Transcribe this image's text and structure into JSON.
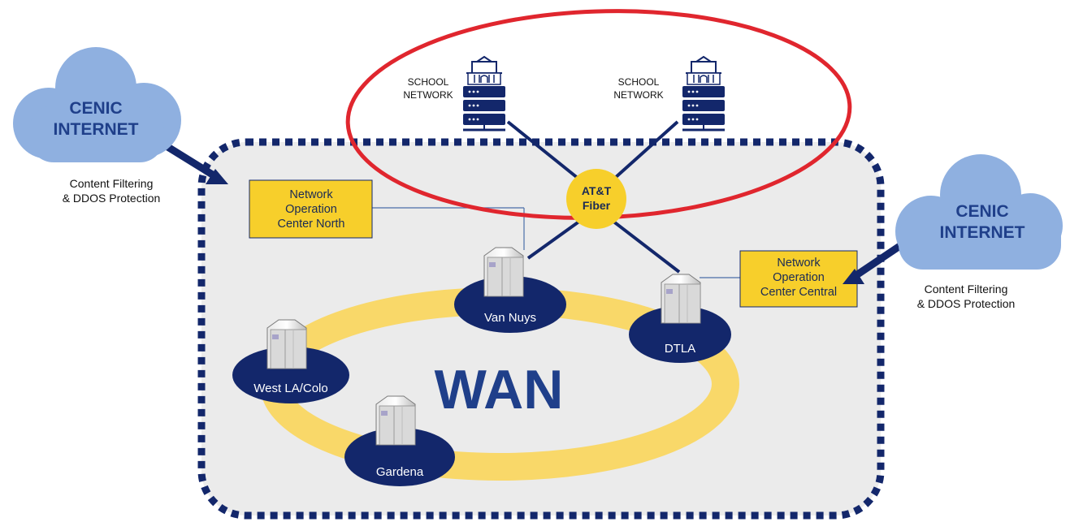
{
  "clouds": {
    "left": {
      "line1": "CENIC",
      "line2": "INTERNET",
      "note1": "Content Filtering",
      "note2": "& DDOS Protection"
    },
    "right": {
      "line1": "CENIC",
      "line2": "INTERNET",
      "note1": "Content Filtering",
      "note2": "& DDOS Protection"
    }
  },
  "schools": [
    {
      "line1": "SCHOOL",
      "line2": "NETWORK"
    },
    {
      "line1": "SCHOOL",
      "line2": "NETWORK"
    }
  ],
  "hub": {
    "line1": "AT&T",
    "line2": "Fiber"
  },
  "noc_north": {
    "line1": "Network",
    "line2": "Operation",
    "line3": "Center North"
  },
  "noc_central": {
    "line1": "Network",
    "line2": "Operation",
    "line3": "Center Central"
  },
  "sites": {
    "van_nuys": "Van Nuys",
    "dtla": "DTLA",
    "west_la": "West LA/Colo",
    "gardena": "Gardena"
  },
  "wan_label": "WAN",
  "colors": {
    "navy": "#13276b",
    "cloud": "#8fb0e0",
    "gold": "#f7cf2b",
    "ring": "#f9d869",
    "wan_bg": "#ebebeb",
    "highlight": "#e0262e"
  }
}
